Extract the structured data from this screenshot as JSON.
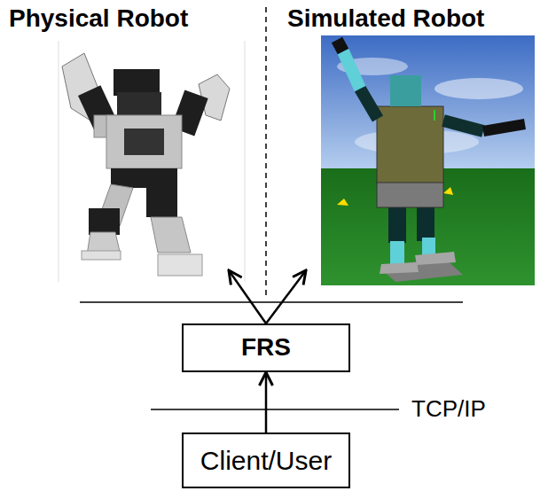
{
  "diagram": {
    "nodes": [
      {
        "text": [
          "Physical Robot"
        ]
      },
      {
        "text": [
          "Simulated Robot"
        ]
      },
      {
        "text": [
          "FRS"
        ]
      },
      {
        "text": [
          "Client/User"
        ]
      }
    ],
    "edges": [
      {
        "from": 3,
        "to": 2,
        "arrow": "to"
      },
      {
        "from": 2,
        "to": 0,
        "arrow": "to"
      },
      {
        "from": 2,
        "to": 1,
        "arrow": "to"
      }
    ],
    "labels": [
      "TCP/IP"
    ]
  }
}
